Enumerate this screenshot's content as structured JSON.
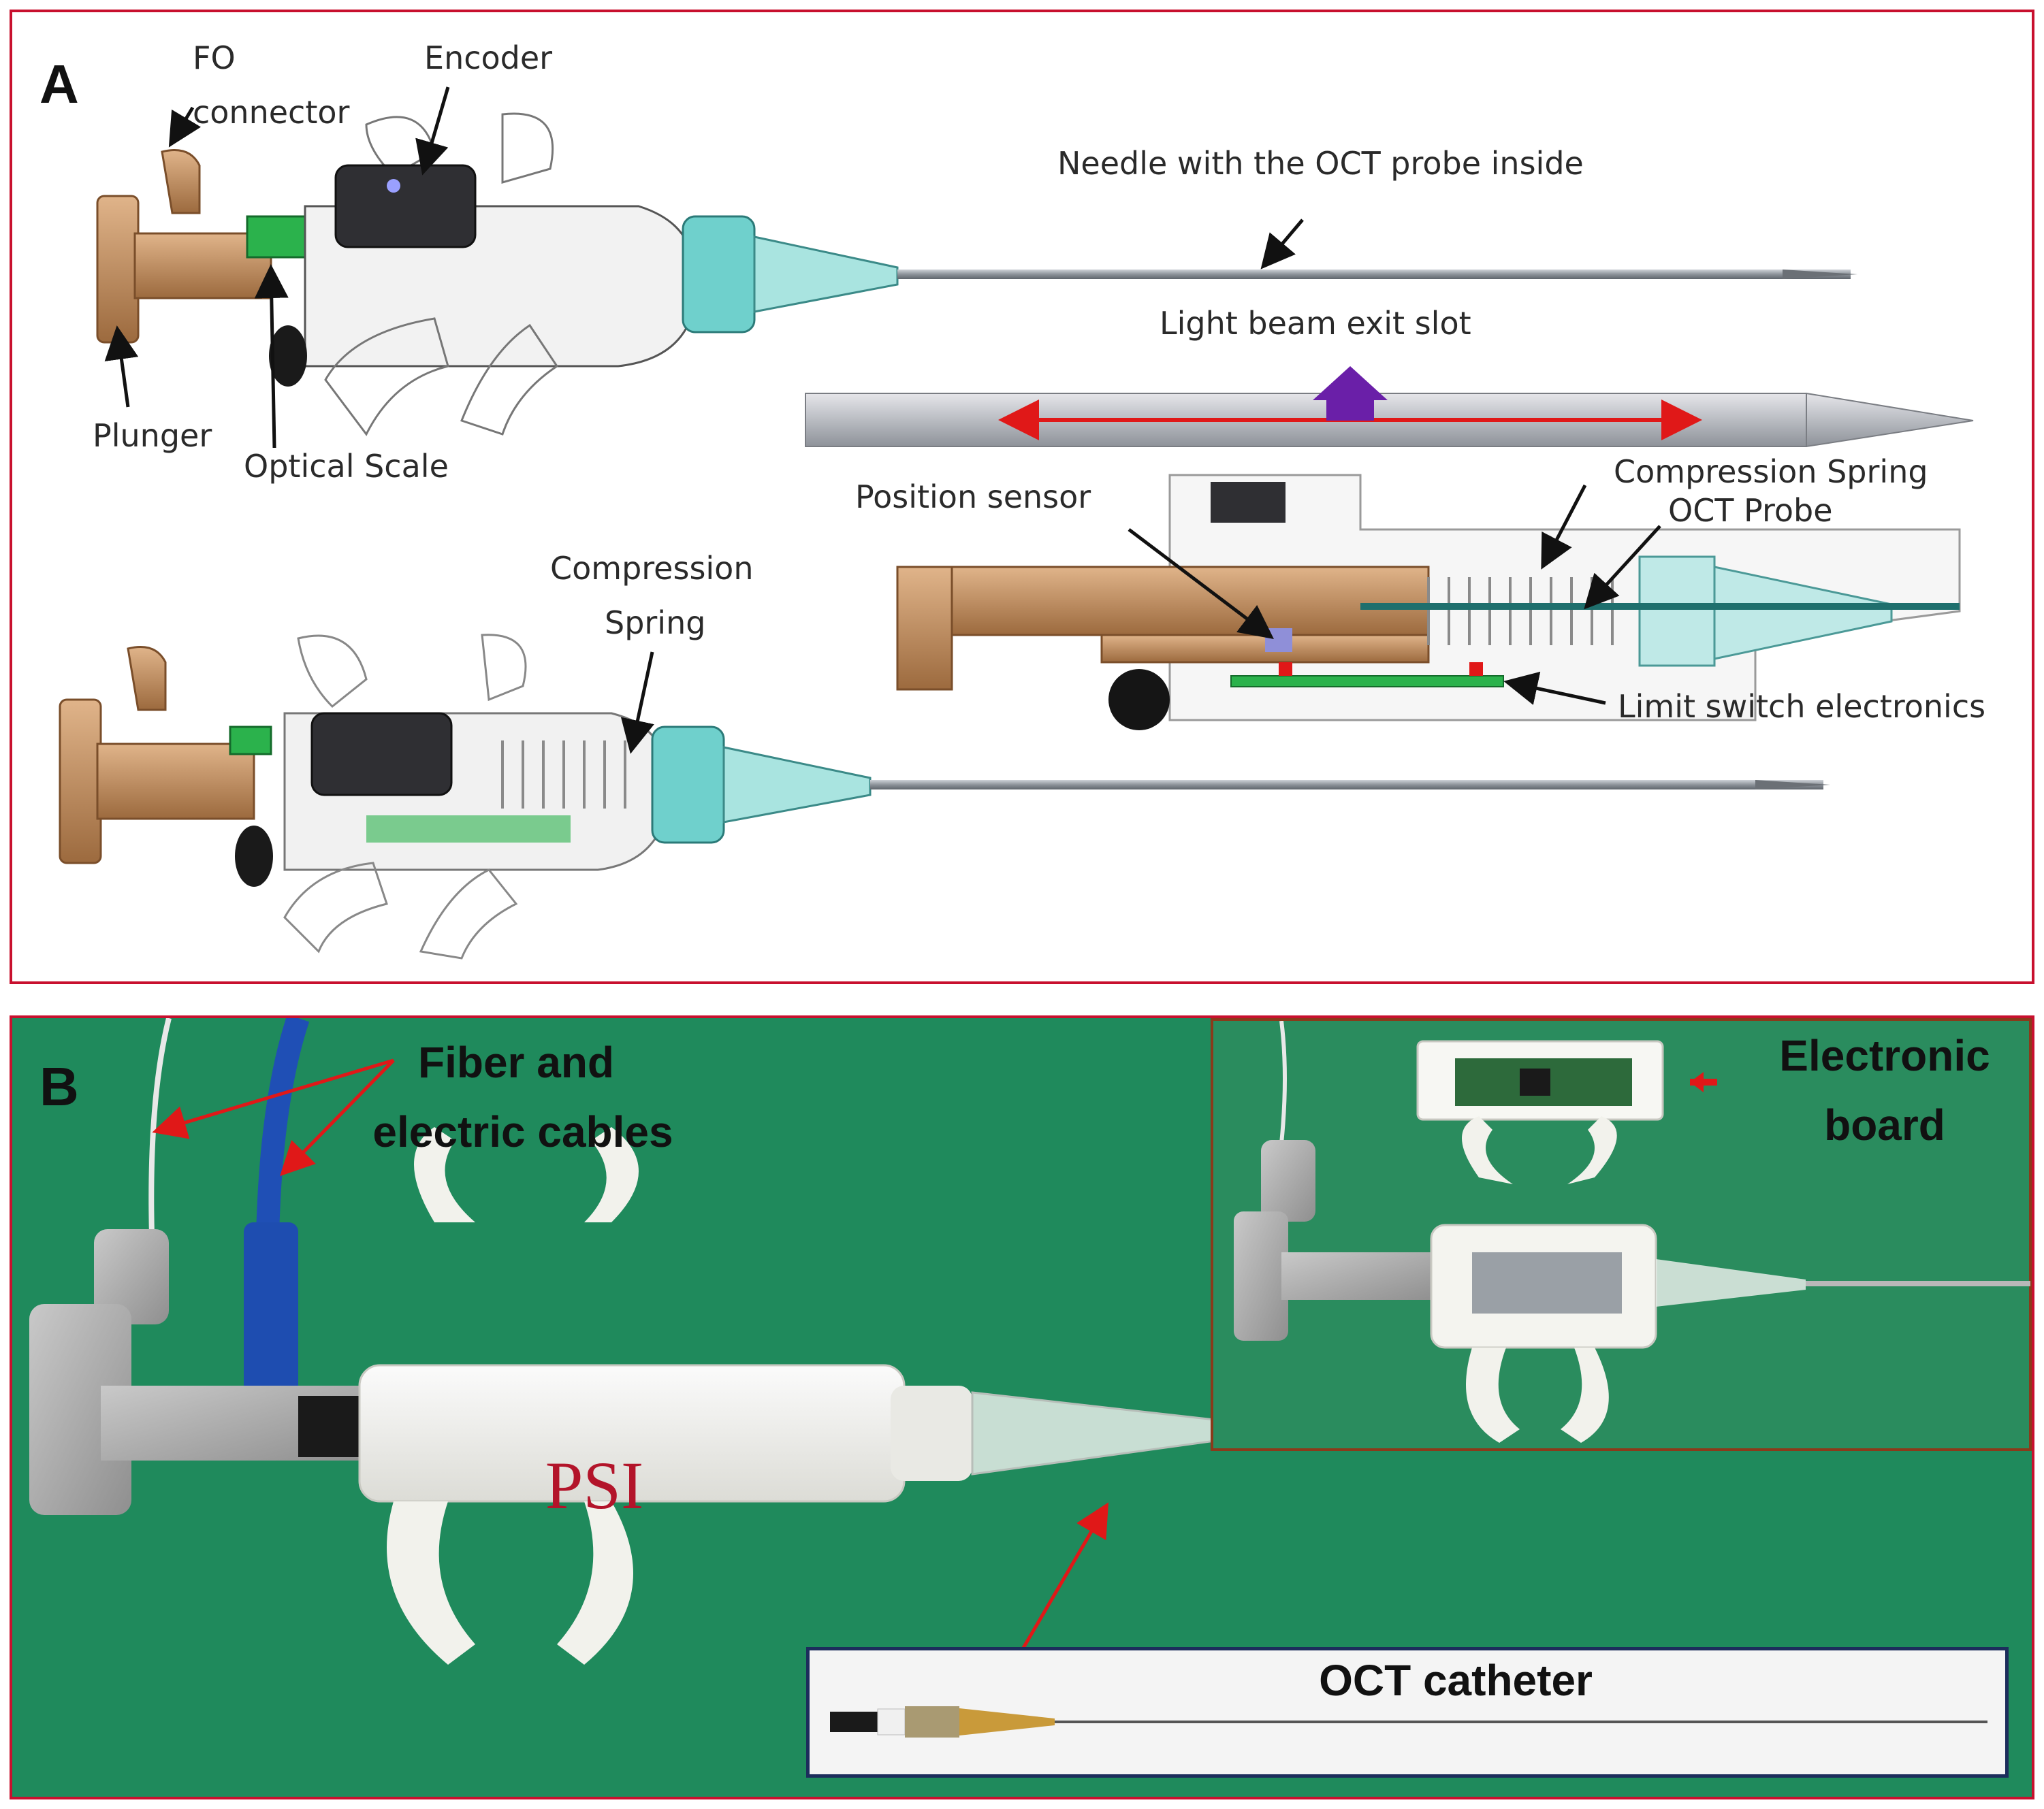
{
  "panel_a": {
    "letter": "A",
    "labels": {
      "fo_connector_1": "FO",
      "fo_connector_2": "connector",
      "encoder": "Encoder",
      "needle": "Needle with the OCT probe inside",
      "light_beam": "Light beam exit slot",
      "plunger": "Plunger",
      "optical_scale": "Optical Scale",
      "position_sensor": "Position sensor",
      "compression_spring_right": "Compression Spring",
      "oct_probe": "OCT Probe",
      "compression_spring_left_1": "Compression",
      "compression_spring_left_2": "Spring",
      "limit_switch": "Limit switch electronics"
    }
  },
  "panel_b": {
    "letter": "B",
    "labels": {
      "fiber_1": "Fiber and",
      "fiber_2": "electric cables",
      "electronic_1": "Electronic",
      "electronic_2": "board",
      "oct_catheter": "OCT catheter"
    },
    "device_logo": "PSI"
  },
  "colors": {
    "panel_border": "#c8102e",
    "photo_background": "#1f8a5c",
    "plunger_cad": "#c08a5a",
    "annotation_arrow": "#e01818",
    "light_beam_arrow": "#6a1fa8"
  }
}
